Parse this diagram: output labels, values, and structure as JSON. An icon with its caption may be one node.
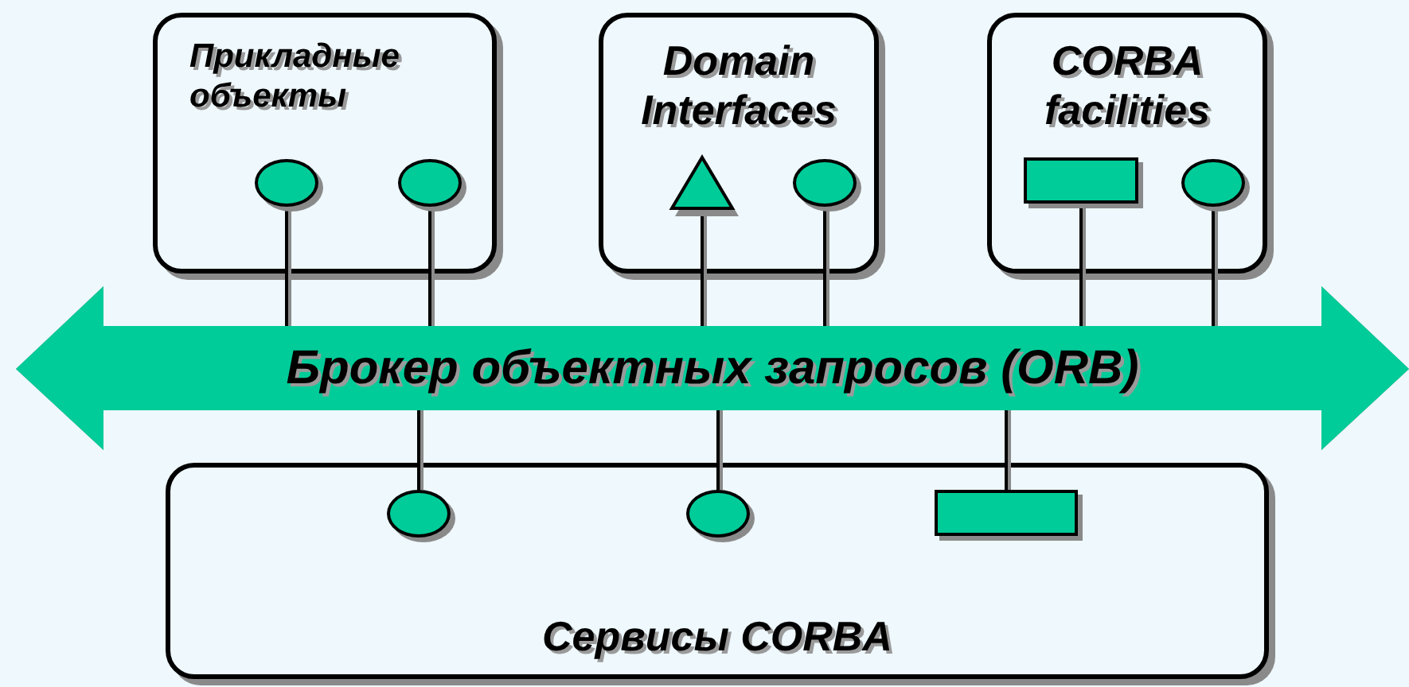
{
  "diagram": {
    "nodes": [
      {
        "text": [
          "Прикладные объекты"
        ]
      },
      {
        "text": [],
        "shape": "circle",
        "in": 0
      },
      {
        "text": [],
        "shape": "circle",
        "in": 0
      },
      {
        "text": [
          "Domain Interfaces"
        ]
      },
      {
        "text": [],
        "shape": "triangle",
        "in": 3
      },
      {
        "text": [],
        "shape": "circle",
        "in": 3
      },
      {
        "text": [
          "CORBA facilities"
        ]
      },
      {
        "text": [],
        "shape": "box",
        "in": 6
      },
      {
        "text": [],
        "shape": "circle",
        "in": 6
      },
      {
        "text": [
          "Брокер объектных запросов (ORB)"
        ]
      },
      {
        "text": [
          "Сервисы CORBA"
        ]
      },
      {
        "text": [],
        "shape": "circle",
        "in": 10
      },
      {
        "text": [],
        "shape": "circle",
        "in": 10
      },
      {
        "text": [],
        "shape": "box",
        "in": 10
      }
    ],
    "edges": [
      {
        "from": 1,
        "to": 9,
        "arrow": "none"
      },
      {
        "from": 2,
        "to": 9,
        "arrow": "none"
      },
      {
        "from": 4,
        "to": 9,
        "arrow": "none"
      },
      {
        "from": 5,
        "to": 9,
        "arrow": "none"
      },
      {
        "from": 7,
        "to": 9,
        "arrow": "none"
      },
      {
        "from": 8,
        "to": 9,
        "arrow": "none"
      },
      {
        "from": 9,
        "to": 11,
        "arrow": "none"
      },
      {
        "from": 9,
        "to": 12,
        "arrow": "none"
      },
      {
        "from": 9,
        "to": 13,
        "arrow": "none"
      }
    ]
  }
}
